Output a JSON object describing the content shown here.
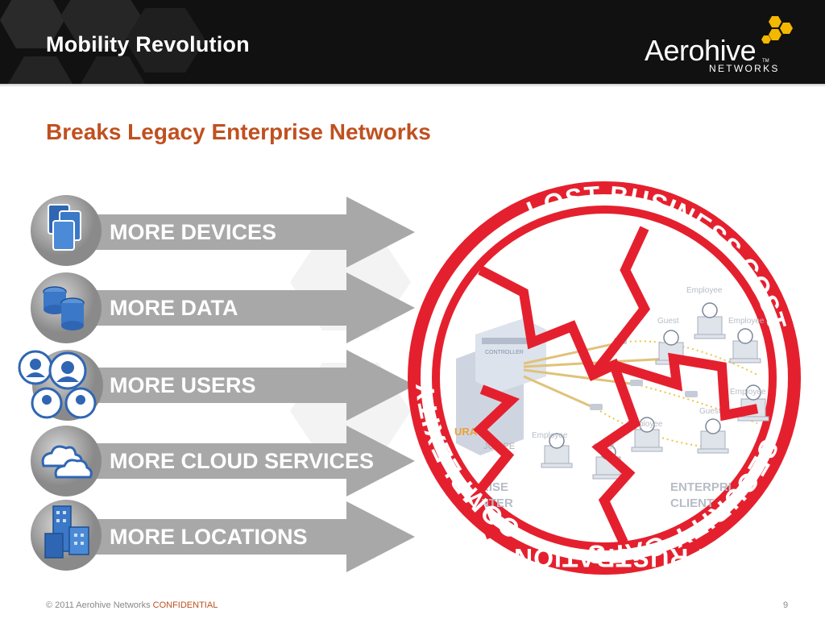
{
  "header": {
    "title": "Mobility Revolution"
  },
  "logo": {
    "name": "Aerohive",
    "tm": "TM",
    "sub": "NETWORKS"
  },
  "subtitle": "Breaks Legacy Enterprise Networks",
  "items": [
    {
      "label": "MORE DEVICES",
      "icon": "tablets-icon"
    },
    {
      "label": "MORE DATA",
      "icon": "database-icon"
    },
    {
      "label": "MORE USERS",
      "icon": "users-icon"
    },
    {
      "label": "MORE CLOUD SERVICES",
      "icon": "cloud-icon"
    },
    {
      "label": "MORE LOCATIONS",
      "icon": "buildings-icon"
    }
  ],
  "ring": {
    "words": [
      "SECURITY GAPS",
      "COST",
      "COMPLEXITY",
      "LOST BUSINESS",
      "FRUSTRATION"
    ],
    "color": "#e5202e"
  },
  "network": {
    "labels": [
      "Employee",
      "Guest",
      "Employee",
      "Employee",
      "Employee",
      "Guest",
      "Employee",
      "Guest"
    ],
    "left_block": [
      "RISE",
      "NTER"
    ],
    "right_block": [
      "ENTERPRI",
      "CLIENT"
    ],
    "controller": "CONTROLLER",
    "vendors": [
      "URA",
      "JUNIPE"
    ]
  },
  "footer": {
    "copyright": "© 2011 Aerohive Networks",
    "confidential": "CONFIDENTIAL",
    "page": "9"
  },
  "colors": {
    "accent": "#c0501f",
    "arrow": "#a8a8a8",
    "ring": "#e5202e",
    "header": "#111111"
  }
}
